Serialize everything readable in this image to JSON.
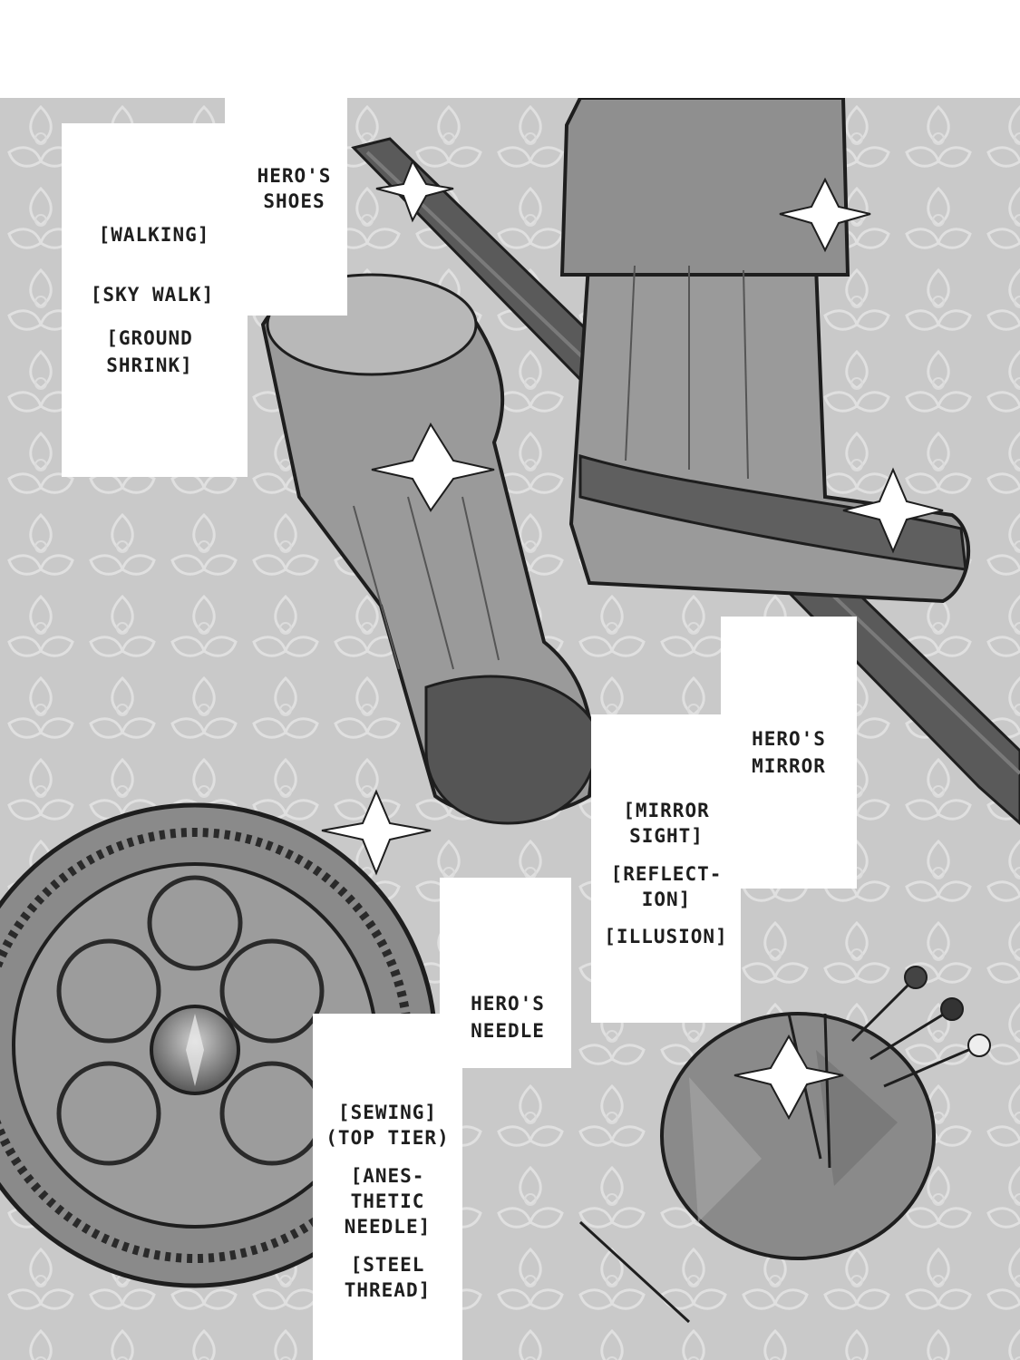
{
  "captions": {
    "shoes": {
      "title": "HERO'S\nSHOES",
      "skills": [
        "[WALKING]",
        "[SKY WALK]",
        "[GROUND\nSHRINK]"
      ]
    },
    "mirror": {
      "title": "HERO'S\nMIRROR",
      "skills": [
        "[MIRROR\nSIGHT]",
        "[REFLECT-\nION]",
        "[ILLUSION]"
      ]
    },
    "needle": {
      "title": "HERO'S\nNEEDLE",
      "skills": [
        "[SEWING]\n(TOP TIER)",
        "[ANES-\nTHETIC\nNEEDLE]",
        "[STEEL\nTHREAD]"
      ]
    }
  },
  "colors": {
    "page": "#ffffff",
    "panel_bg": "#c9c9c9",
    "ink": "#1e1e1e",
    "boot": "#9a9a9a",
    "staff": "#5a5a5a"
  }
}
